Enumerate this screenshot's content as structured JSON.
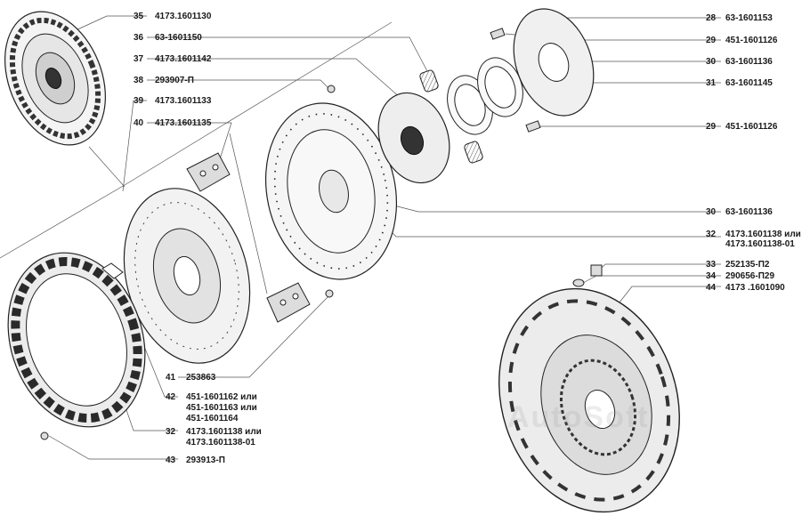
{
  "watermark": "AutoSoft",
  "callouts": [
    {
      "num": "35",
      "parts": [
        "4173.1601130"
      ]
    },
    {
      "num": "36",
      "parts": [
        "63-1601150"
      ]
    },
    {
      "num": "37",
      "parts": [
        "4173.1601142"
      ]
    },
    {
      "num": "38",
      "parts": [
        "293907-П"
      ]
    },
    {
      "num": "39",
      "parts": [
        "4173.1601133"
      ]
    },
    {
      "num": "40",
      "parts": [
        "4173.1601135"
      ]
    },
    {
      "num": "28",
      "parts": [
        "63-1601153"
      ]
    },
    {
      "num": "29",
      "parts": [
        "451-1601126"
      ]
    },
    {
      "num": "30",
      "parts": [
        "63-1601136"
      ]
    },
    {
      "num": "31",
      "parts": [
        "63-1601145"
      ]
    },
    {
      "num": "29",
      "parts": [
        "451-1601126"
      ]
    },
    {
      "num": "30",
      "parts": [
        "63-1601136"
      ]
    },
    {
      "num": "32",
      "parts": [
        "4173.1601138 или",
        "4173.1601138-01"
      ]
    },
    {
      "num": "33",
      "parts": [
        "252135-П2"
      ]
    },
    {
      "num": "34",
      "parts": [
        "290656-П29"
      ]
    },
    {
      "num": "44",
      "parts": [
        "4173 .1601090"
      ]
    },
    {
      "num": "41",
      "parts": [
        "253863"
      ]
    },
    {
      "num": "42",
      "parts": [
        "451-1601162 или",
        "451-1601163 или",
        "451-1601164"
      ]
    },
    {
      "num": "32",
      "parts": [
        "4173.1601138 или",
        "4173.1601138-01"
      ]
    },
    {
      "num": "43",
      "parts": [
        "293913-П"
      ]
    }
  ]
}
